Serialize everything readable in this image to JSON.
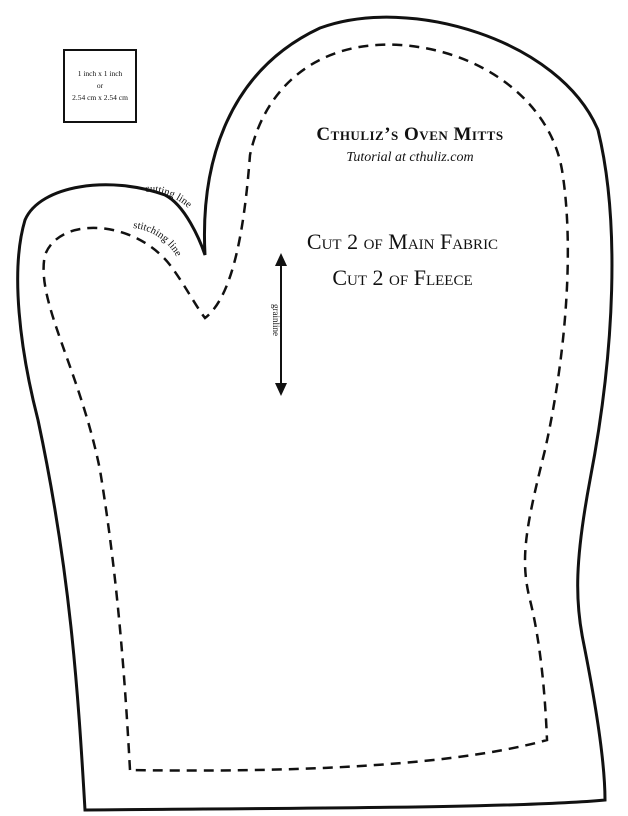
{
  "scale_box": {
    "line1": "1 inch x 1 inch",
    "line2": "or",
    "line3": "2.54 cm x 2.54 cm"
  },
  "title": "Cthuliz’s Oven Mitts",
  "subtitle": "Tutorial at cthuliz.com",
  "instructions": {
    "cut_main": "Cut 2 of Main Fabric",
    "cut_fleece": "Cut 2 of Fleece"
  },
  "labels": {
    "cutting_line": "cutting line",
    "stitching_line": "stitching line",
    "grainline": "grainline"
  },
  "colors": {
    "ink": "#111111",
    "paper": "#ffffff"
  }
}
